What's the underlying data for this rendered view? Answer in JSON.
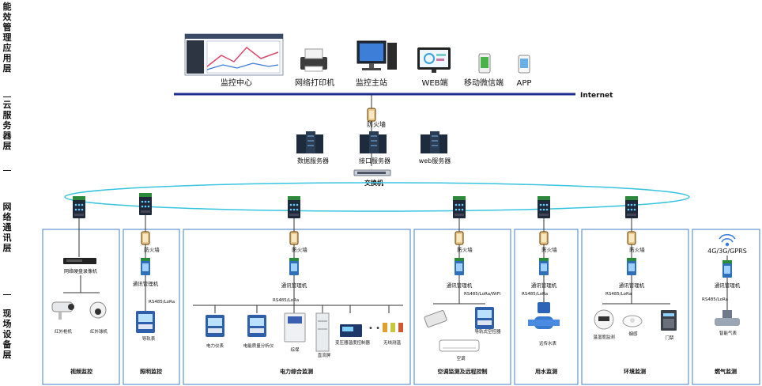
{
  "layers": [
    {
      "label": "能效管理应用层"
    },
    {
      "label": "云服务器层"
    },
    {
      "label": "网络通讯层"
    },
    {
      "label": "现场设备层"
    }
  ],
  "top": {
    "items": [
      "监控中心",
      "网络打印机",
      "监控主站",
      "WEB端",
      "移动微信端",
      "APP"
    ],
    "internet": "Internet"
  },
  "cloud": {
    "firewall": "防火墙",
    "servers": [
      "数据服务器",
      "接口服务器",
      "web服务器"
    ],
    "switch": "交换机"
  },
  "labels": {
    "firewall": "防火墙",
    "comm_manager": "通讯管理机",
    "rs485": "RS485/LoRa",
    "rs485_wifi": "RS485/LoRa/WiFi",
    "gprs": "4G/3G/GPRS"
  },
  "sections": [
    {
      "title": "视频监控",
      "devices": [
        "网络硬盘录像机",
        "红外枪机",
        "红外球机"
      ]
    },
    {
      "title": "照明监控",
      "devices": [
        "导轨表"
      ]
    },
    {
      "title": "电力综合监测",
      "devices": [
        "电力仪表",
        "电能质量分析仪",
        "综保",
        "直流屏",
        "变压器温度控制器",
        "无线测温"
      ]
    },
    {
      "title": "空调监测及远程控制",
      "devices": [
        "导轨式空控器",
        "空调"
      ]
    },
    {
      "title": "用水监测",
      "devices": [
        "远传水表"
      ]
    },
    {
      "title": "环境监测",
      "devices": [
        "温湿度监测",
        "烟感",
        "门禁"
      ]
    },
    {
      "title": "燃气监测",
      "devices": [
        "智能气表"
      ]
    }
  ],
  "colors": {
    "line": "#1f2f8f",
    "ring": "#38c4e0",
    "section_border": "#3f7fc7",
    "switch_green": "#2a8a3a"
  }
}
